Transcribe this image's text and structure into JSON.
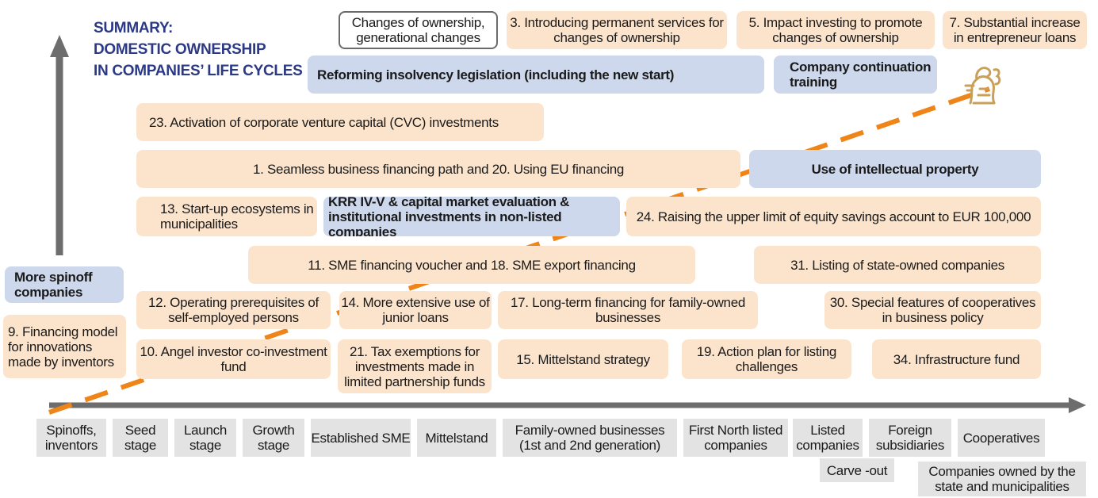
{
  "title_lines": [
    "SUMMARY:",
    "DOMESTIC OWNERSHIP",
    "IN COMPANIES’ LIFE CYCLES"
  ],
  "colors": {
    "orange_box": "#fce4cc",
    "blue_box": "#cdd8ec",
    "title": "#2c3a86",
    "dashed_line": "#ef8418",
    "arrow": "#6d6d6d",
    "stage_bg": "#e3e3e3",
    "emblem": "#c9a05a"
  },
  "boxes": {
    "changes_of_ownership": "Changes of ownership, generational changes",
    "introducing_permanent_services": "3. Introducing permanent services for changes of ownership",
    "impact_investing": "5. Impact investing to promote changes of ownership",
    "entrepreneur_loans": "7. Substantial increase in entrepreneur loans",
    "insolvency_legislation": "Reforming insolvency legislation (including the new start)",
    "company_continuation_training": "Company continuation training",
    "cvc_investments": "23. Activation of corporate venture capital (CVC) investments",
    "seamless_financing": "1. Seamless business financing path and 20. Using EU financing",
    "intellectual_property": "Use of intellectual property",
    "startup_ecosystems": "13. Start-up ecosystems in municipalities",
    "krr_evaluation": "KRR IV-V & capital market evaluation & institutional investments in non-listed companies",
    "equity_savings": "24. Raising the upper limit of equity savings account to EUR 100,000",
    "sme_voucher": "11. SME financing voucher and 18. SME export financing",
    "listing_state_owned": "31. Listing of state-owned companies",
    "more_spinoff": "More spinoff companies",
    "operating_prerequisites": "12. Operating prerequisites of self-employed persons",
    "junior_loans": "14. More extensive use of junior loans",
    "long_term_family": "17. Long-term financing for family-owned businesses",
    "cooperatives_features": "30. Special features of cooperatives in business policy",
    "financing_model_inventors": "9. Financing model for innovations made by inventors",
    "angel_investor": "10. Angel investor co-investment fund",
    "tax_exemptions": "21. Tax exemptions for investments made in limited partnership funds",
    "mittelstand_strategy": "15. Mittelstand strategy",
    "listing_challenges": "19. Action plan for listing challenges",
    "infrastructure_fund": "34. Infrastructure fund"
  },
  "stages": {
    "spinoffs": "Spinoffs, inventors",
    "seed": "Seed stage",
    "launch": "Launch stage",
    "growth": "Growth stage",
    "established_sme": "Established SME",
    "mittelstand": "Mittelstand",
    "family_owned": "Family-owned businesses (1st and 2nd generation)",
    "first_north": "First North listed companies",
    "listed": "Listed companies",
    "foreign": "Foreign subsidiaries",
    "cooperatives": "Cooperatives",
    "carve_out": "Carve -out",
    "state_owned": "Companies owned by the state and municipalities"
  }
}
